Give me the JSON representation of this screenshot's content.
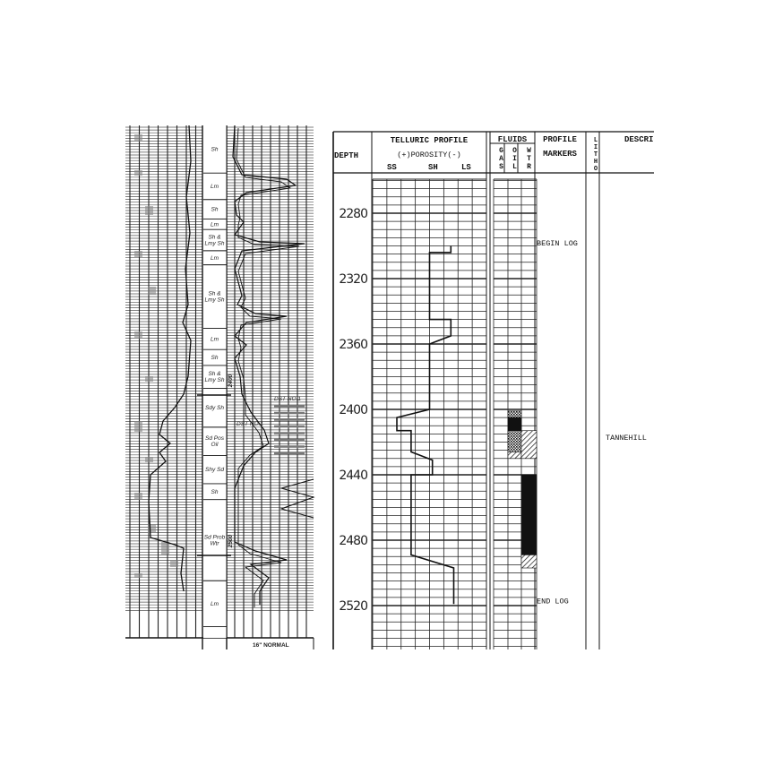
{
  "left_log": {
    "lithology": [
      {
        "label": "Sh",
        "top": 2259,
        "bottom": 2286
      },
      {
        "label": "Lm",
        "top": 2286,
        "bottom": 2301
      },
      {
        "label": "Sh",
        "top": 2301,
        "bottom": 2312
      },
      {
        "label": "Lm",
        "top": 2312,
        "bottom": 2318
      },
      {
        "label": "Sh & Lmy Sh",
        "top": 2318,
        "bottom": 2330
      },
      {
        "label": "Lm",
        "top": 2330,
        "bottom": 2338
      },
      {
        "label": "Sh & Lmy Sh",
        "top": 2338,
        "bottom": 2374
      },
      {
        "label": "Lm",
        "top": 2374,
        "bottom": 2386
      },
      {
        "label": "Sh",
        "top": 2386,
        "bottom": 2395
      },
      {
        "label": "Sh & Lmy Sh",
        "top": 2395,
        "bottom": 2408
      },
      {
        "label": "Sdy Sh",
        "top": 2408,
        "bottom": 2430
      },
      {
        "label": "Sd Pos Oil",
        "top": 2430,
        "bottom": 2446
      },
      {
        "label": "Shy Sd",
        "top": 2446,
        "bottom": 2462
      },
      {
        "label": "Sh",
        "top": 2462,
        "bottom": 2471
      },
      {
        "label": "Sd Prob Wtr",
        "top": 2471,
        "bottom": 2517
      },
      {
        "label": "Lm",
        "top": 2517,
        "bottom": 2543
      }
    ],
    "depth_marks": [
      "2400",
      "2500"
    ],
    "annotations": [
      "DST NO.1",
      "DST NO.1"
    ],
    "footer_label": "16\" NORMAL"
  },
  "header": {
    "depth": "DEPTH",
    "telluric_title": "TELLURIC PROFILE",
    "porosity": "(+)POROSITY(-)",
    "ss": "SS",
    "sh": "SH",
    "ls": "LS",
    "fluids": "FLUIDS",
    "gas": "GAS",
    "oil": "OIL",
    "wtr": "WTR",
    "profile": "PROFILE",
    "markers": "MARKERS",
    "litho": "LITHO",
    "description": "DESCRI"
  },
  "chart_data": {
    "type": "line",
    "title": "TELLURIC PROFILE",
    "xlabel": "(+)POROSITY(-)",
    "x_categories": [
      "SS",
      "SH",
      "LS"
    ],
    "ylabel": "DEPTH",
    "ylim": [
      2259,
      2547
    ],
    "y_inverted": true,
    "grid": true,
    "depth_ticks": [
      2280,
      2320,
      2360,
      2400,
      2440,
      2480,
      2520
    ],
    "profile": [
      [
        5.5,
        2300
      ],
      [
        5.5,
        2304
      ],
      [
        4.0,
        2304
      ],
      [
        4.0,
        2345
      ],
      [
        5.5,
        2345
      ],
      [
        5.5,
        2355
      ],
      [
        4.0,
        2360
      ],
      [
        4.0,
        2400
      ],
      [
        1.7,
        2405
      ],
      [
        1.7,
        2413
      ],
      [
        2.7,
        2413
      ],
      [
        2.7,
        2426
      ],
      [
        4.2,
        2431
      ],
      [
        4.2,
        2440
      ],
      [
        2.7,
        2440
      ],
      [
        2.7,
        2489
      ],
      [
        5.7,
        2497
      ],
      [
        5.7,
        2519
      ]
    ],
    "fluids": {
      "gas": [],
      "oil": [
        {
          "top": 2401,
          "bottom": 2405,
          "fill": "crosshatch"
        },
        {
          "top": 2405,
          "bottom": 2413,
          "fill": "solid"
        },
        {
          "top": 2413,
          "bottom": 2426,
          "fill": "crosshatch"
        },
        {
          "top": 2426,
          "bottom": 2430,
          "fill": "hatch"
        }
      ],
      "wtr": [
        {
          "top": 2413,
          "bottom": 2430,
          "fill": "hatch"
        },
        {
          "top": 2440,
          "bottom": 2489,
          "fill": "solid"
        },
        {
          "top": 2489,
          "bottom": 2497,
          "fill": "hatch"
        }
      ]
    },
    "markers": [
      {
        "label": "BEGIN LOG",
        "depth": 2298
      },
      {
        "label": "END LOG",
        "depth": 2517
      }
    ],
    "litho_description": [
      {
        "label": "TANNEHILL",
        "depth": 2417
      }
    ]
  }
}
